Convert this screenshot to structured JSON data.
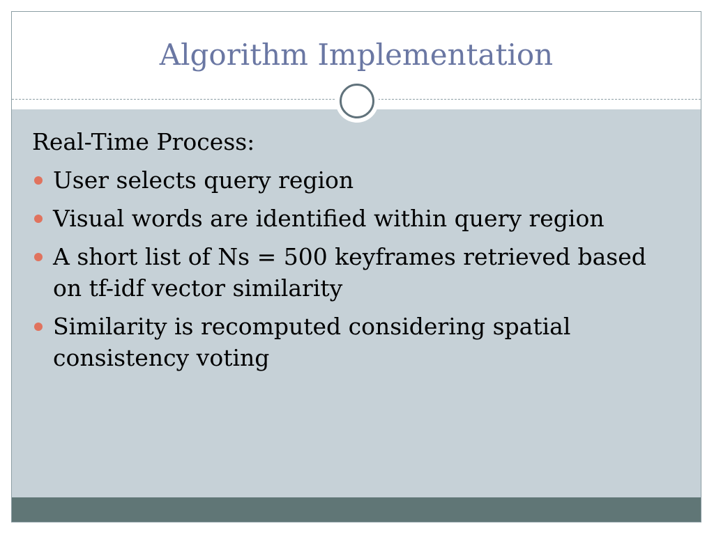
{
  "slide": {
    "title": "Algorithm Implementation",
    "heading": "Real-Time Process:",
    "bullets": [
      "User selects query region",
      "Visual words are identified within query region",
      "A short list of Ns = 500 keyframes retrieved based on tf-idf vector similarity",
      "Similarity is recomputed considering spatial consistency voting"
    ]
  },
  "colors": {
    "title": "#6a77a3",
    "content_background": "#c6d1d7",
    "footer_bar": "#607676",
    "bullet": "#e0735e",
    "ornament_ring": "#60727b"
  },
  "icons": {
    "bullet": "bullet-dot-icon",
    "ornament": "circle-ring-icon"
  }
}
